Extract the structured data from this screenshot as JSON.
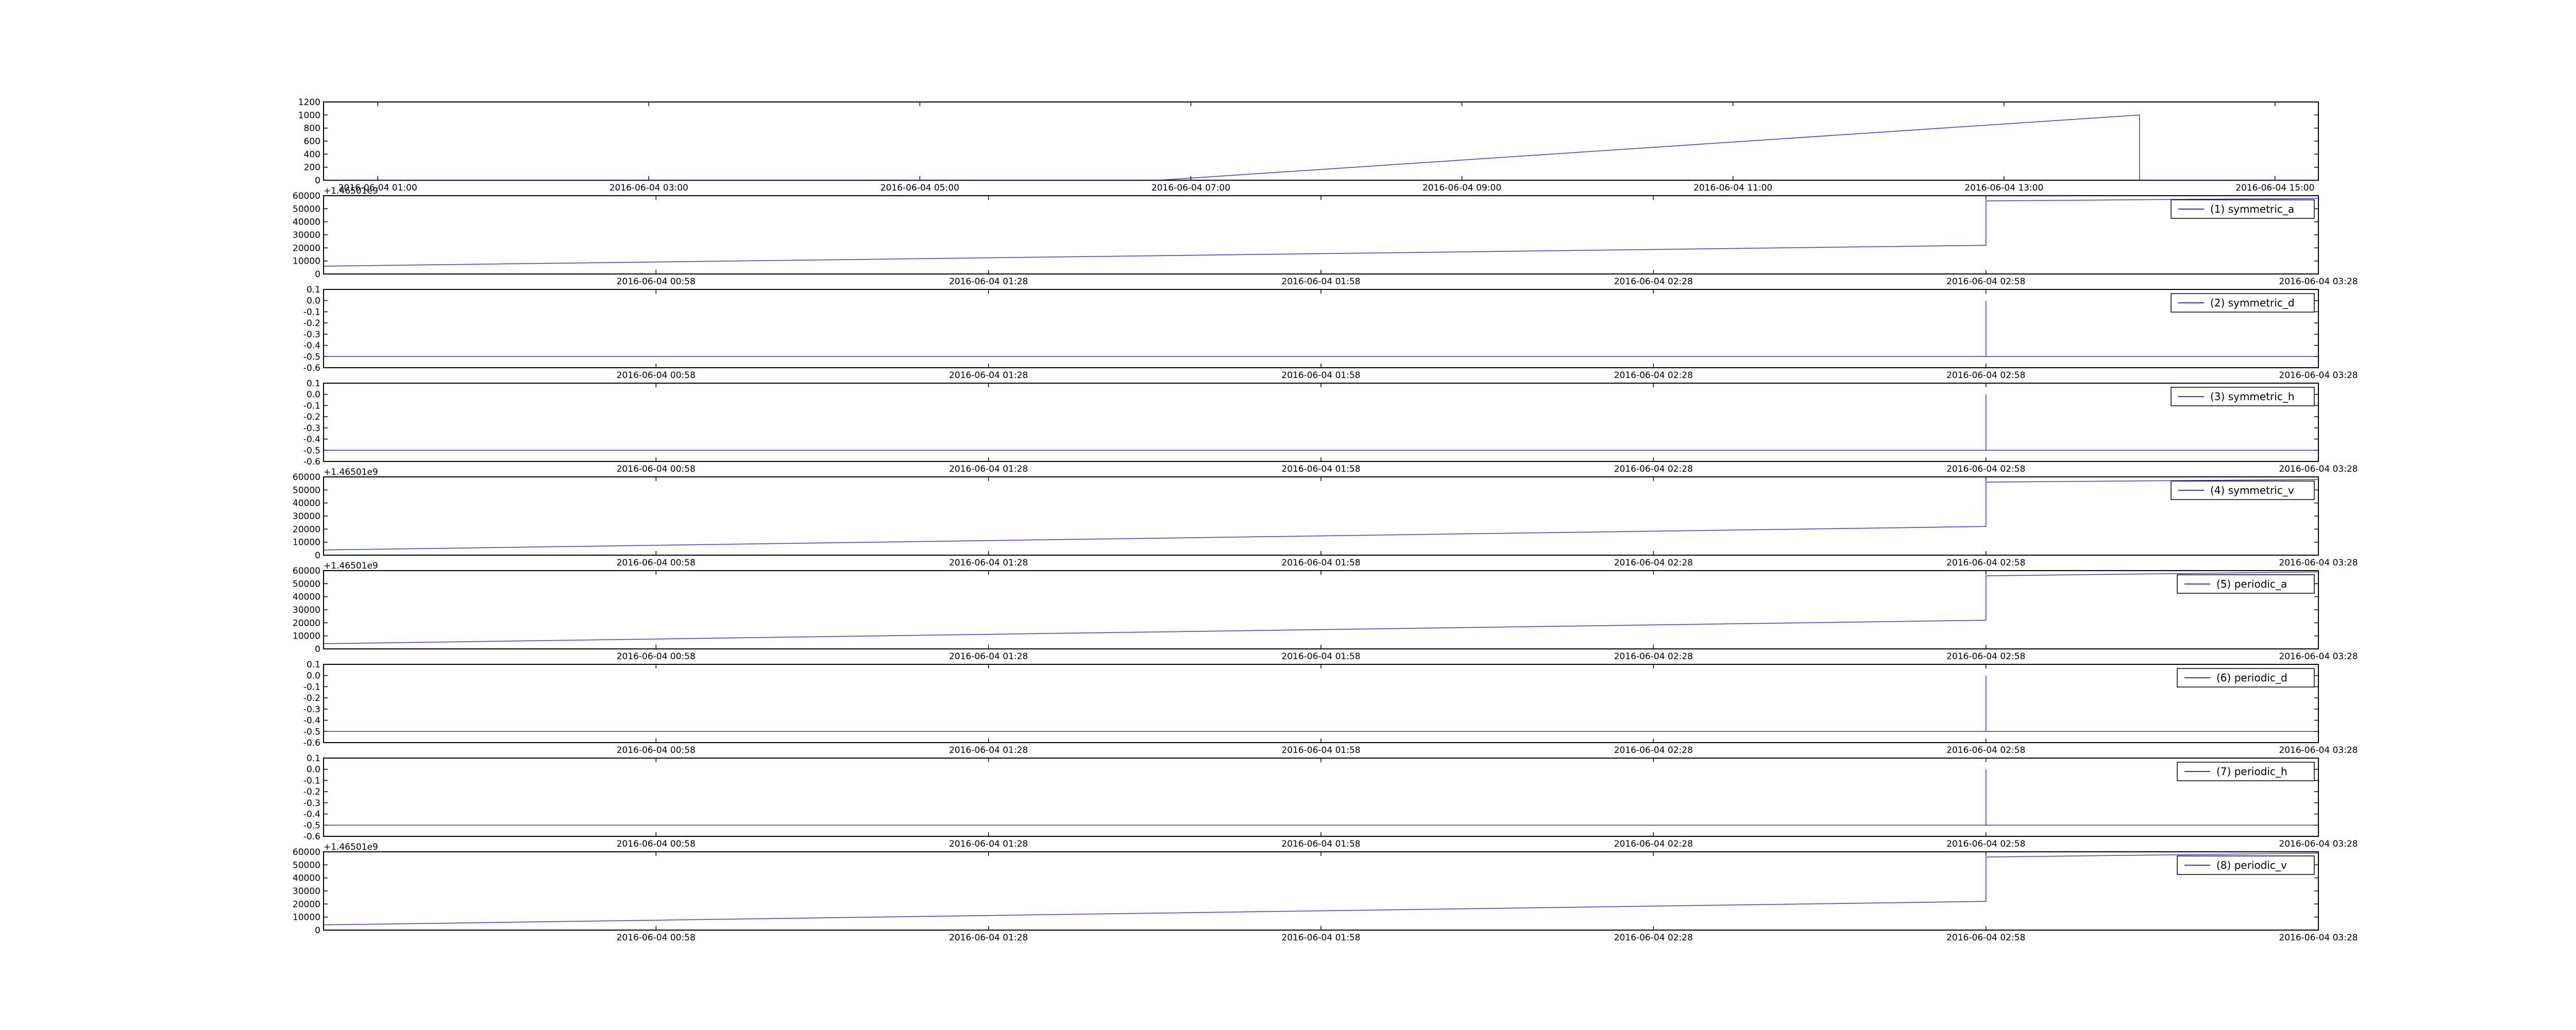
{
  "colors": {
    "series": "#0000ff",
    "frame": "#000000",
    "background": "#ffffff"
  },
  "chart_data": [
    {
      "type": "line",
      "series": [
        {
          "name": "",
          "x": [
            0,
            15.4,
            33.5,
            33.5,
            36.8
          ],
          "y": [
            0,
            0,
            1000,
            0,
            0
          ]
        }
      ],
      "xlim": [
        0,
        36.8
      ],
      "ylim": [
        0,
        1200
      ],
      "yticks": [
        0,
        200,
        400,
        600,
        800,
        1000,
        1200
      ],
      "xticks": [
        1,
        6,
        11,
        16,
        21,
        26,
        31
      ],
      "xticklabels": [
        "2016-06-04 01:00",
        "2016-06-04 03:00",
        "2016-06-04 05:00",
        "2016-06-04 07:00",
        "2016-06-04 09:00",
        "2016-06-04 11:00",
        "2016-06-04 13:00",
        "2016-06-04 15:00"
      ],
      "xtick_positions": [
        1,
        6,
        11,
        16,
        21,
        26,
        31,
        36
      ],
      "offset": "",
      "legend": ""
    },
    {
      "type": "line",
      "series": [
        {
          "name": "(1) symmetric_a",
          "x": [
            0,
            150,
            150,
            180
          ],
          "y": [
            6000,
            22000,
            56000,
            58000
          ]
        }
      ],
      "xlim": [
        0,
        180
      ],
      "ylim": [
        0,
        60000
      ],
      "yticks": [
        0,
        10000,
        20000,
        30000,
        40000,
        50000,
        60000
      ],
      "xtick_positions": [
        30,
        60,
        90,
        120,
        150,
        180
      ],
      "xticklabels": [
        "2016-06-04 00:58",
        "2016-06-04 01:28",
        "2016-06-04 01:58",
        "2016-06-04 02:28",
        "2016-06-04 02:58",
        "2016-06-04 03:28"
      ],
      "offset": "+1.46501e9",
      "legend": "top-right"
    },
    {
      "type": "line",
      "series": [
        {
          "name": "(2) symmetric_d",
          "x": [
            0,
            150,
            150,
            150,
            180
          ],
          "y": [
            -0.5,
            -0.5,
            0.0,
            -0.5,
            -0.5
          ]
        }
      ],
      "xlim": [
        0,
        180
      ],
      "ylim": [
        -0.6,
        0.1
      ],
      "yticks": [
        -0.6,
        -0.5,
        -0.4,
        -0.3,
        -0.2,
        -0.1,
        0.0,
        0.1
      ],
      "xtick_positions": [
        30,
        60,
        90,
        120,
        150,
        180
      ],
      "xticklabels": [
        "2016-06-04 00:58",
        "2016-06-04 01:28",
        "2016-06-04 01:58",
        "2016-06-04 02:28",
        "2016-06-04 02:58",
        "2016-06-04 03:28"
      ],
      "offset": "",
      "legend": "top-right"
    },
    {
      "type": "line",
      "series": [
        {
          "name": "(3) symmetric_h",
          "x": [
            0,
            150,
            150,
            150,
            180
          ],
          "y": [
            -0.5,
            -0.5,
            0.0,
            -0.5,
            -0.5
          ]
        }
      ],
      "xlim": [
        0,
        180
      ],
      "ylim": [
        -0.6,
        0.1
      ],
      "yticks": [
        -0.6,
        -0.5,
        -0.4,
        -0.3,
        -0.2,
        -0.1,
        0.0,
        0.1
      ],
      "xtick_positions": [
        30,
        60,
        90,
        120,
        150,
        180
      ],
      "xticklabels": [
        "2016-06-04 00:58",
        "2016-06-04 01:28",
        "2016-06-04 01:58",
        "2016-06-04 02:28",
        "2016-06-04 02:58",
        "2016-06-04 03:28"
      ],
      "offset": "",
      "legend": "top-right"
    },
    {
      "type": "line",
      "series": [
        {
          "name": "(4) symmetric_v",
          "x": [
            0,
            150,
            150,
            180
          ],
          "y": [
            4000,
            22000,
            56000,
            58000
          ]
        }
      ],
      "xlim": [
        0,
        180
      ],
      "ylim": [
        0,
        60000
      ],
      "yticks": [
        0,
        10000,
        20000,
        30000,
        40000,
        50000,
        60000
      ],
      "xtick_positions": [
        30,
        60,
        90,
        120,
        150,
        180
      ],
      "xticklabels": [
        "2016-06-04 00:58",
        "2016-06-04 01:28",
        "2016-06-04 01:58",
        "2016-06-04 02:28",
        "2016-06-04 02:58",
        "2016-06-04 03:28"
      ],
      "offset": "+1.46501e9",
      "legend": "top-right"
    },
    {
      "type": "line",
      "series": [
        {
          "name": "(5) periodic_a",
          "x": [
            0,
            150,
            150,
            180
          ],
          "y": [
            4000,
            22000,
            56000,
            59000
          ]
        }
      ],
      "xlim": [
        0,
        180
      ],
      "ylim": [
        0,
        60000
      ],
      "yticks": [
        0,
        10000,
        20000,
        30000,
        40000,
        50000,
        60000
      ],
      "xtick_positions": [
        30,
        60,
        90,
        120,
        150,
        180
      ],
      "xticklabels": [
        "2016-06-04 00:58",
        "2016-06-04 01:28",
        "2016-06-04 01:58",
        "2016-06-04 02:28",
        "2016-06-04 02:58",
        "2016-06-04 03:28"
      ],
      "offset": "+1.46501e9",
      "legend": "top-right"
    },
    {
      "type": "line",
      "series": [
        {
          "name": "(6) periodic_d",
          "x": [
            0,
            150,
            150,
            150,
            180
          ],
          "y": [
            -0.5,
            -0.5,
            0.0,
            -0.5,
            -0.5
          ]
        }
      ],
      "xlim": [
        0,
        180
      ],
      "ylim": [
        -0.6,
        0.1
      ],
      "yticks": [
        -0.6,
        -0.5,
        -0.4,
        -0.3,
        -0.2,
        -0.1,
        0.0,
        0.1
      ],
      "xtick_positions": [
        30,
        60,
        90,
        120,
        150,
        180
      ],
      "xticklabels": [
        "2016-06-04 00:58",
        "2016-06-04 01:28",
        "2016-06-04 01:58",
        "2016-06-04 02:28",
        "2016-06-04 02:58",
        "2016-06-04 03:28"
      ],
      "offset": "",
      "legend": "top-right"
    },
    {
      "type": "line",
      "series": [
        {
          "name": "(7) periodic_h",
          "x": [
            0,
            150,
            150,
            150,
            180
          ],
          "y": [
            -0.5,
            -0.5,
            0.0,
            -0.5,
            -0.5
          ]
        }
      ],
      "xlim": [
        0,
        180
      ],
      "ylim": [
        -0.6,
        0.1
      ],
      "yticks": [
        -0.6,
        -0.5,
        -0.4,
        -0.3,
        -0.2,
        -0.1,
        0.0,
        0.1
      ],
      "xtick_positions": [
        30,
        60,
        90,
        120,
        150,
        180
      ],
      "xticklabels": [
        "2016-06-04 00:58",
        "2016-06-04 01:28",
        "2016-06-04 01:58",
        "2016-06-04 02:28",
        "2016-06-04 02:58",
        "2016-06-04 03:28"
      ],
      "offset": "",
      "legend": "top-right"
    },
    {
      "type": "line",
      "series": [
        {
          "name": "(8) periodic_v",
          "x": [
            0,
            150,
            150,
            180
          ],
          "y": [
            4000,
            22000,
            56000,
            59000
          ]
        }
      ],
      "xlim": [
        0,
        180
      ],
      "ylim": [
        0,
        60000
      ],
      "yticks": [
        0,
        10000,
        20000,
        30000,
        40000,
        50000,
        60000
      ],
      "xtick_positions": [
        30,
        60,
        90,
        120,
        150,
        180
      ],
      "xticklabels": [
        "2016-06-04 00:58",
        "2016-06-04 01:28",
        "2016-06-04 01:58",
        "2016-06-04 02:28",
        "2016-06-04 02:58",
        "2016-06-04 03:28"
      ],
      "offset": "+1.46501e9",
      "legend": "top-right"
    }
  ]
}
